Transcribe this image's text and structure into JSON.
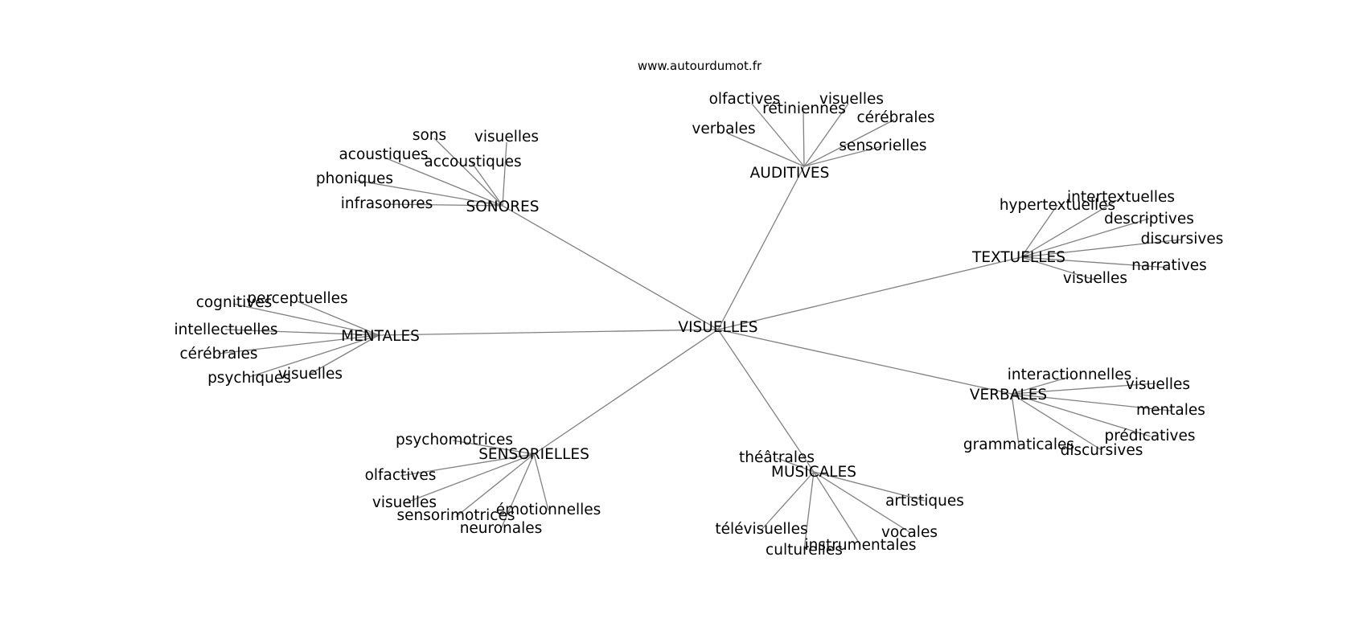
{
  "source_label": "www.autourdumot.fr",
  "center": "VISUELLES",
  "groups": [
    {
      "label": "AUDITIVES",
      "leaves": [
        "olfactives",
        "rétiniennes",
        "visuelles",
        "cérébrales",
        "verbales",
        "sensorielles"
      ]
    },
    {
      "label": "SONORES",
      "leaves": [
        "sons",
        "visuelles",
        "acoustiques",
        "accoustiques",
        "phoniques",
        "infrasonores"
      ]
    },
    {
      "label": "TEXTUELLES",
      "leaves": [
        "intertextuelles",
        "hypertextuelles",
        "descriptives",
        "discursives",
        "narratives",
        "visuelles"
      ]
    },
    {
      "label": "MENTALES",
      "leaves": [
        "perceptuelles",
        "cognitives",
        "intellectuelles",
        "cérébrales",
        "visuelles",
        "psychiques"
      ]
    },
    {
      "label": "VERBALES",
      "leaves": [
        "interactionnelles",
        "visuelles",
        "mentales",
        "prédicatives",
        "grammaticales",
        "discursives"
      ]
    },
    {
      "label": "SENSORIELLES",
      "leaves": [
        "psychomotrices",
        "olfactives",
        "visuelles",
        "émotionnelles",
        "sensorimotrices",
        "neuronales"
      ]
    },
    {
      "label": "MUSICALES",
      "leaves": [
        "théâtrales",
        "artistiques",
        "vocales",
        "télévisuelles",
        "instrumentales",
        "culturelles"
      ]
    }
  ]
}
